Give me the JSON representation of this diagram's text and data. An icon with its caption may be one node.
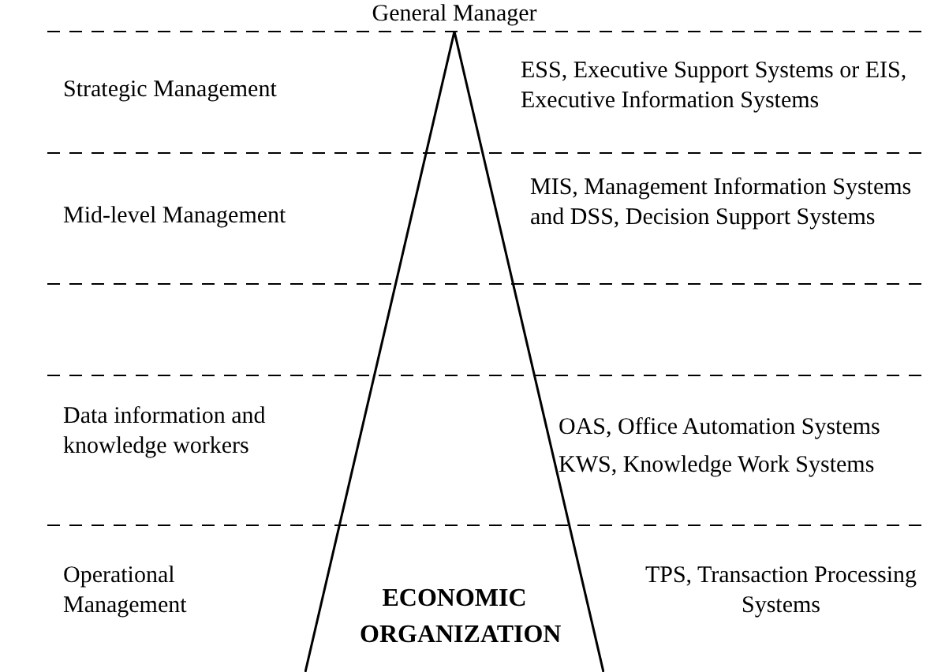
{
  "diagram": {
    "nodes": [
      {
        "text": [
          "ECONOMIC ORGANIZATION"
        ]
      }
    ],
    "edges": [],
    "labels": [
      "General Manager",
      "Strategic Management",
      "ESS, Executive Support Systems or EIS, Executive Information Systems",
      "Mid-level Management",
      "MIS, Management Information Systems and DSS, Decision Support Systems",
      "Data information and knowledge workers",
      "OAS, Office Automation Systems",
      "KWS, Knowledge Work Systems",
      "Operational Management",
      "TPS, Transaction Processing Systems"
    ]
  }
}
